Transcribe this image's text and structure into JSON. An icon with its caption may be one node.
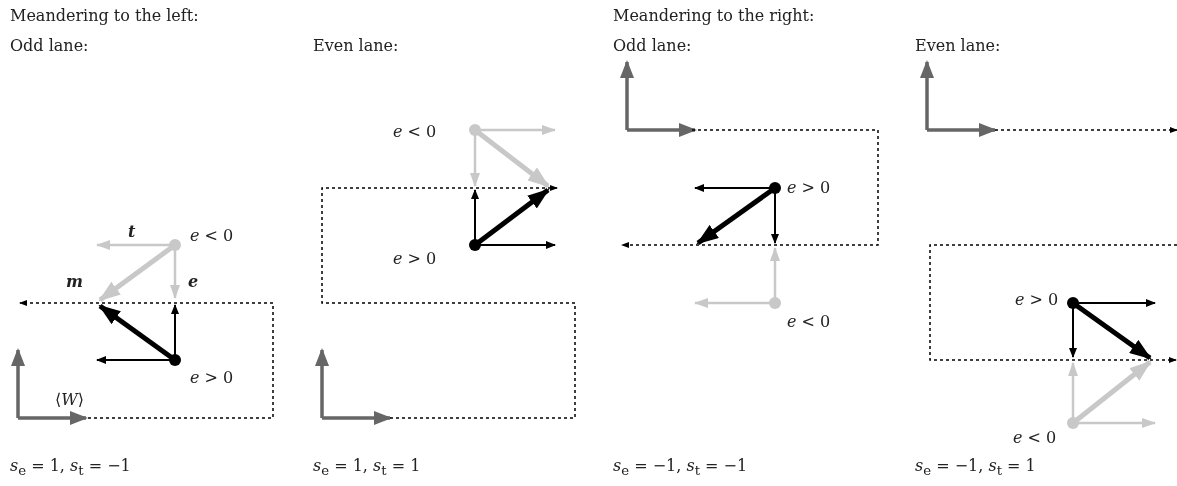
{
  "diagram": {
    "labels": [
      "Meandering to the left:",
      "Meandering to the right:",
      "Odd lane:",
      "Even lane:",
      "Odd lane:",
      "Even lane:",
      "t",
      "*e* < 0",
      "m",
      "e",
      "*e* > 0",
      "⟨*W*⟩",
      "*s*$_{e}$ = 1, *s*$_{t}$ = −1",
      "*e* < 0",
      "*e* > 0",
      "*s*$_{e}$ = 1, *s*$_{t}$ = 1",
      "*e* > 0",
      "*e* < 0",
      "*s*$_{e}$ = −1, *s*$_{t}$ = −1",
      "*e* > 0",
      "*e* < 0",
      "*s*$_{e}$ = −1, *s*$_{t}$ = 1"
    ]
  }
}
